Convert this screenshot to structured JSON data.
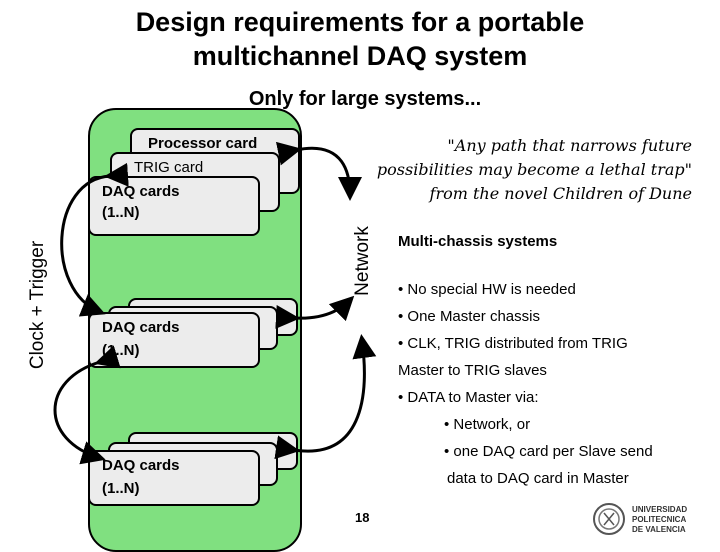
{
  "slide": {
    "title_line1": "Design requirements for a portable",
    "title_line2": "multichannel DAQ system",
    "subtitle": "Only for large systems...",
    "left_label": "Clock + Trigger",
    "network_label": "Network",
    "page_number": "18"
  },
  "cards": {
    "processor": "Processor card",
    "trig": "TRIG card",
    "daq1_line1": "DAQ cards",
    "daq1_line2": "(1..N)",
    "daq2_line1": "DAQ cards",
    "daq2_line2": "(1..N)",
    "daq3_line1": "DAQ cards",
    "daq3_line2": "(1..N)"
  },
  "quote": {
    "line1": "\"Any path that narrows future",
    "line2": "possibilities may become a lethal trap\"",
    "line3": "from the novel Children of Dune"
  },
  "bullets": {
    "heading": "Multi-chassis systems",
    "items": [
      "• No special HW is needed",
      "• One Master chassis",
      "• CLK, TRIG distributed from TRIG",
      "Master to TRIG slaves",
      "• DATA to Master via:"
    ],
    "sub_items": [
      "• Network, or",
      "• one DAQ card per Slave send",
      "data to DAQ card in Master"
    ]
  },
  "logo": {
    "line1": "UNIVERSIDAD",
    "line2": "POLITECNICA",
    "line3": "DE VALENCIA"
  },
  "colors": {
    "chassis": "#80e080",
    "card": "#ececec"
  }
}
